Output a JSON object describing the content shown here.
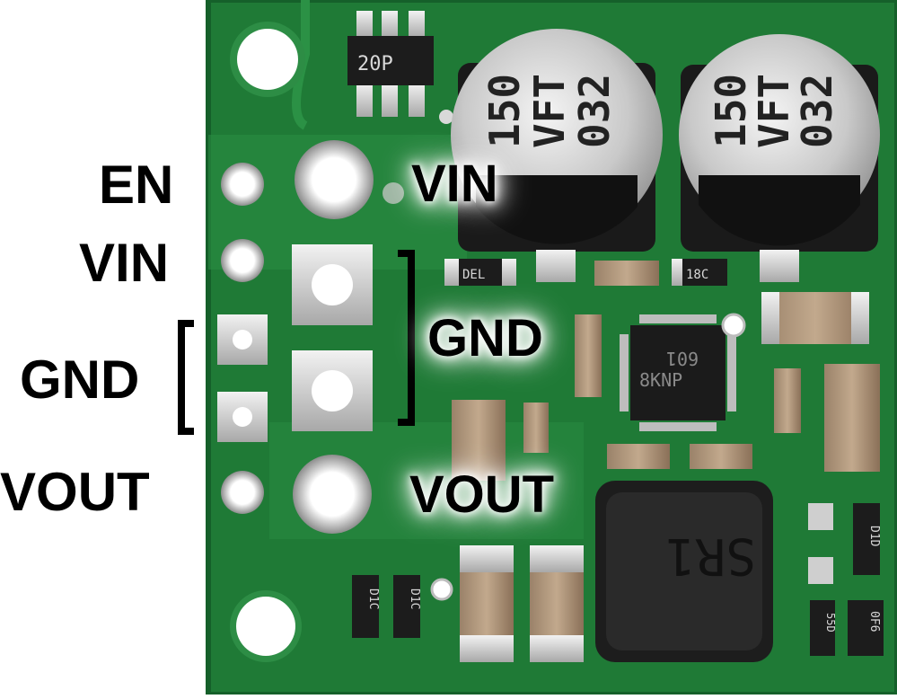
{
  "image": {
    "pin_labels": {
      "en": "EN",
      "vin": "VIN",
      "gnd": "GND",
      "vout": "VOUT"
    },
    "board_labels": {
      "vin": "VIN",
      "gnd": "GND",
      "vout": "VOUT"
    },
    "markings": {
      "cap1": [
        "150",
        "VFT",
        "032"
      ],
      "cap2": [
        "150",
        "VFT",
        "032"
      ],
      "ic_top": "20P",
      "ic_main": [
        "601",
        "8KNP"
      ],
      "inductor": "SR1",
      "res_a": "DEL",
      "res_b": "18C",
      "res_c": "D1C",
      "res_d": "D1C",
      "res_e": "D1D",
      "res_f": "55D",
      "res_g": "0F6"
    }
  }
}
